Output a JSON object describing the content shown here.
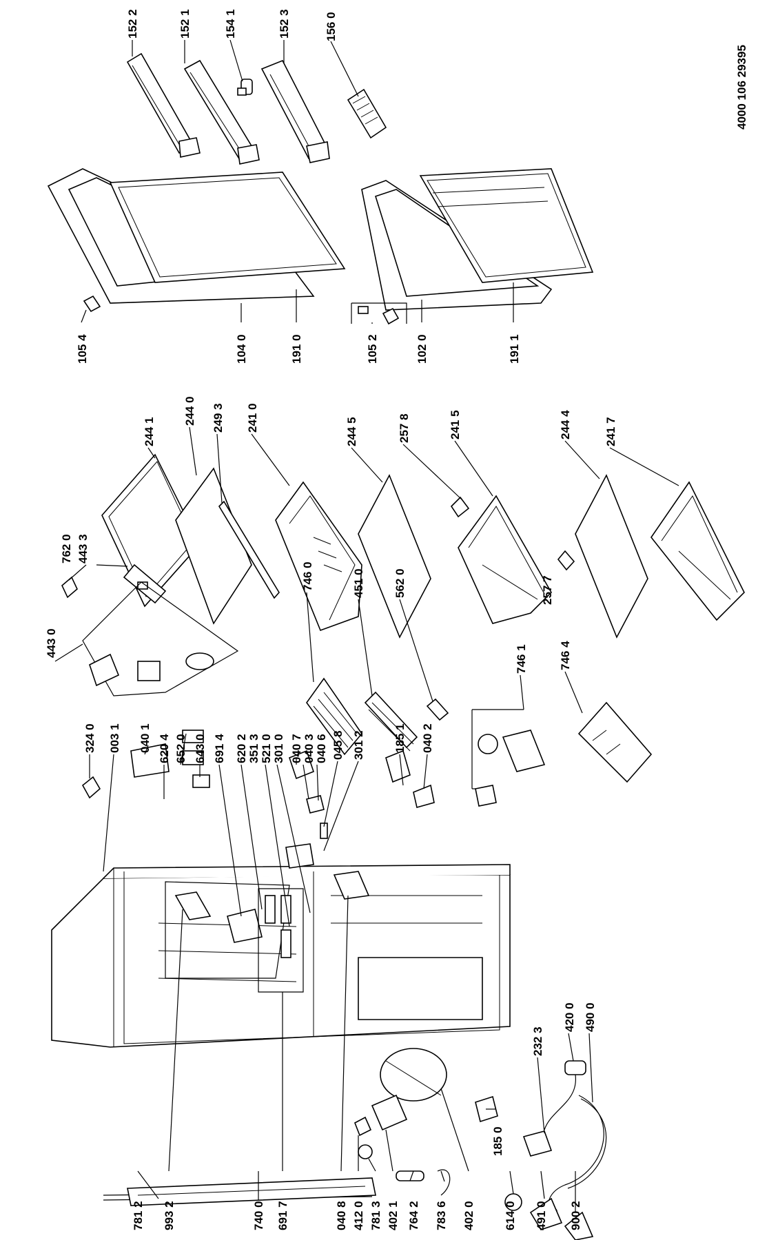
{
  "document_code": "4000 106 29395",
  "labels": {
    "p1522": "152 2",
    "p1521": "152 1",
    "p1541": "154 1",
    "p1523": "152 3",
    "p1560": "156 0",
    "p1054": "105 4",
    "p1040": "104 0",
    "p1910": "191 0",
    "p1052": "105 2",
    "p1020": "102 0",
    "p1911": "191 1",
    "p2441": "244 1",
    "p2440": "244 0",
    "p2493": "249 3",
    "p2410": "241 0",
    "p2445": "244 5",
    "p2578": "257 8",
    "p2415": "241 5",
    "p2444": "244 4",
    "p2417": "241 7",
    "p2577": "257 7",
    "p7620": "762 0",
    "p4433": "443 3",
    "p4430": "443 0",
    "p7460": "746 0",
    "p4510": "451 0",
    "p5620": "562 0",
    "p7461": "746 1",
    "p7464": "746 4",
    "p3240": "324 0",
    "p0031": "003 1",
    "p0401": "040 1",
    "p6204": "620 4",
    "p6520": "652 0",
    "p6430": "643 0",
    "p6914": "691 4",
    "p6202": "620 2",
    "p3513": "351 3",
    "p5210": "521 0",
    "p3010": "301 0",
    "p0407": "040 7",
    "p0403": "040 3",
    "p0406": "040 6",
    "p0458": "045 8",
    "p3012": "301 2",
    "p1851": "185 1",
    "p0402": "040 2",
    "p2323": "232 3",
    "p4200": "420 0",
    "p4900": "490 0",
    "p1850": "185 0",
    "p7812": "781 2",
    "p9932": "993 2",
    "p7400": "740 0",
    "p6917": "691 7",
    "p0408": "040 8",
    "p4120": "412 0",
    "p7813": "781 3",
    "p4021": "402 1",
    "p7642": "764 2",
    "p7836": "783 6",
    "p4020": "402 0",
    "p6140": "614 0",
    "p4910": "491 0",
    "p9002": "900 2"
  }
}
